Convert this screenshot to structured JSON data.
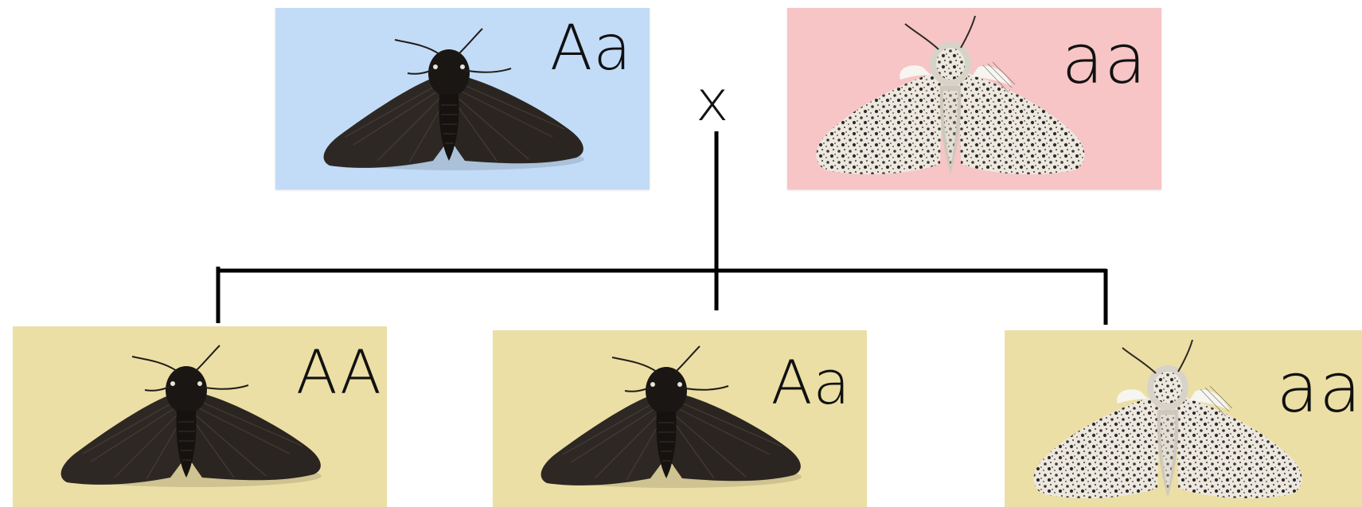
{
  "cross_symbol": "x",
  "parents": [
    {
      "genotype": "Aa",
      "morph": "dark",
      "bg_color": "#c2dcf8"
    },
    {
      "genotype": "aa",
      "morph": "light",
      "bg_color": "#f7c5c6"
    }
  ],
  "offspring": [
    {
      "genotype": "AA",
      "morph": "dark",
      "bg_color": "#ebdfa5"
    },
    {
      "genotype": "Aa",
      "morph": "dark",
      "bg_color": "#ebdfa5"
    },
    {
      "genotype": "aa",
      "morph": "light",
      "bg_color": "#ebdfa5"
    }
  ],
  "colors": {
    "line": "#000000",
    "dark_moth": "#2b2522",
    "light_moth": "#e8e4da",
    "light_moth_speckle": "#3a3530"
  }
}
